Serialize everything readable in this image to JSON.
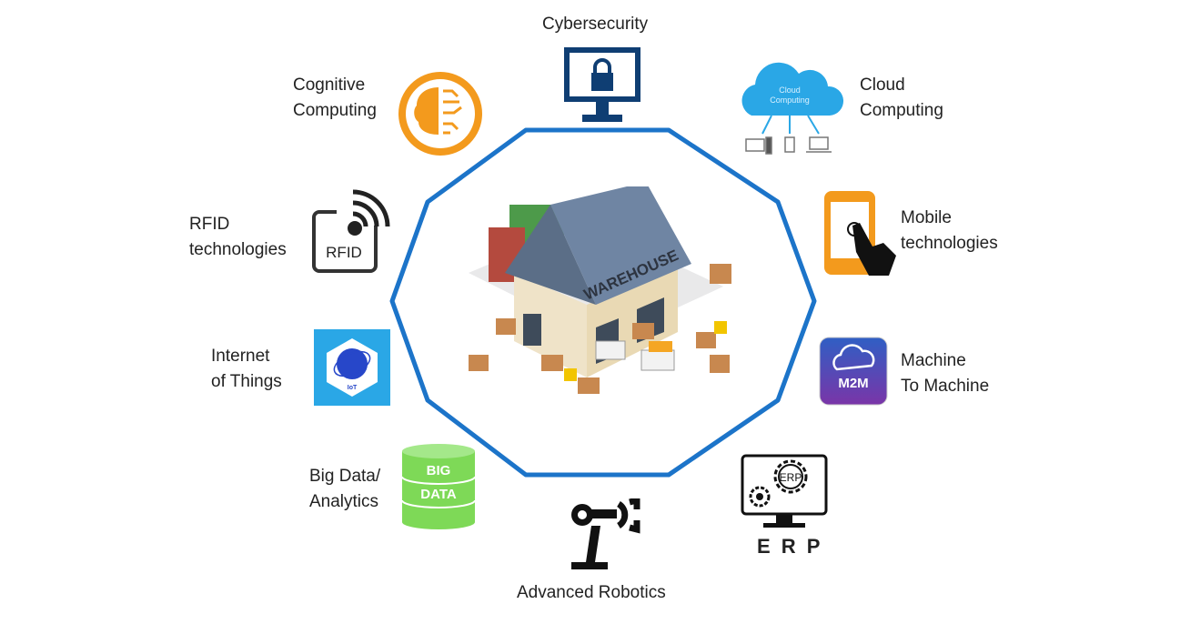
{
  "center": {
    "label": "WAREHOUSE"
  },
  "colors": {
    "ring": "#1c74c9",
    "orange": "#f39a1d",
    "cloud": "#2aa7e6",
    "iot": "#2aa7e6",
    "bigdata": "#7ed957",
    "m2m": "#6a3fa8",
    "navy": "#0f3e73"
  },
  "technologies": {
    "cyber": {
      "label": "Cybersecurity"
    },
    "cognitive": {
      "line1": "Cognitive",
      "line2": "Computing"
    },
    "cloud": {
      "line1": "Cloud",
      "line2": "Computing",
      "icon_line1": "Cloud",
      "icon_line2": "Computing"
    },
    "rfid": {
      "line1": "RFID",
      "line2": "technologies",
      "icon_text": "RFID"
    },
    "mobile": {
      "line1": "Mobile",
      "line2": "technologies"
    },
    "iot": {
      "line1": "Internet",
      "line2": "of Things",
      "icon_text": "IoT"
    },
    "m2m": {
      "line1": "Machine",
      "line2": "To Machine",
      "icon_text": "M2M"
    },
    "bigdata": {
      "line1": "Big Data/",
      "line2": "Analytics",
      "icon_line1": "BIG",
      "icon_line2": "DATA"
    },
    "erp": {
      "label": "E R P",
      "icon_text": "ERP"
    },
    "robotics": {
      "label": "Advanced Robotics"
    }
  }
}
